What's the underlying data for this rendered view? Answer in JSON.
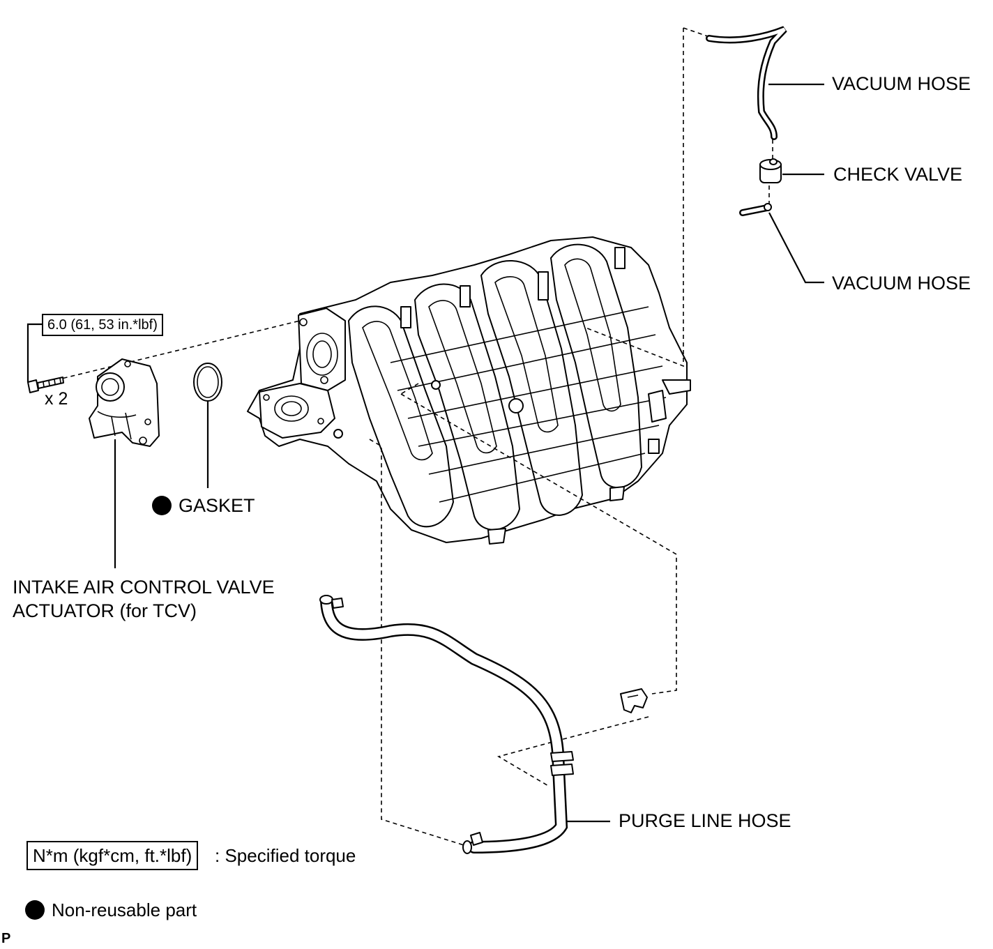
{
  "labels": {
    "vacuum_hose_upper": "VACUUM HOSE",
    "check_valve": "CHECK VALVE",
    "vacuum_hose_lower": "VACUUM HOSE",
    "gasket": "GASKET",
    "actuator_line1": "INTAKE AIR CONTROL VALVE",
    "actuator_line2": "ACTUATOR (for TCV)",
    "purge_line_hose": "PURGE LINE HOSE",
    "bolt_qty": "x 2"
  },
  "torque_spec": "6.0 (61, 53 in.*lbf)",
  "legend": {
    "torque_unit_box": "N*m (kgf*cm, ft.*lbf)",
    "torque_desc": ": Specified torque",
    "non_reusable": "Non-reusable part"
  },
  "corner_mark": "P"
}
